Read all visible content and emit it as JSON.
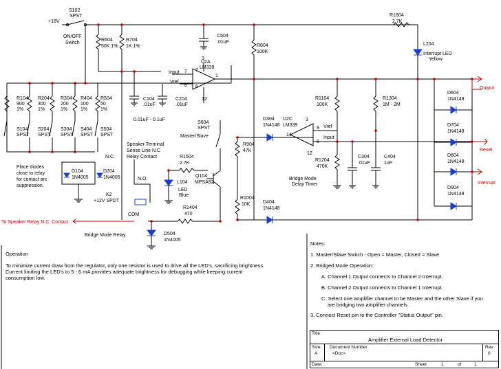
{
  "switch_main": {
    "ref": "S102",
    "type": "SPST",
    "name_l1": "ON/OFF",
    "name_l2": "Switch",
    "supply": "+18V"
  },
  "resistors": [
    {
      "ref": "R604",
      "val": "50K 1%"
    },
    {
      "ref": "R704",
      "val": "1K 1%"
    },
    {
      "ref": "R804",
      "val": "100K"
    },
    {
      "ref": "R1604",
      "val": "2.7K"
    },
    {
      "ref": "R1104",
      "val": "100K"
    },
    {
      "ref": "R1304",
      "val": "1M - 2M"
    },
    {
      "ref": "R904",
      "val": "47K"
    },
    {
      "ref": "R1204",
      "val": "470K"
    },
    {
      "ref": "R1004",
      "val": "10K"
    },
    {
      "ref": "R1504",
      "val": "2.7K"
    },
    {
      "ref": "R1404",
      "val": "470"
    }
  ],
  "resistor_bank": [
    {
      "ref": "R104",
      "val": "900",
      "tol": "1%",
      "sw": "S104"
    },
    {
      "ref": "R204",
      "val": "300",
      "tol": "1%",
      "sw": "S204"
    },
    {
      "ref": "R304",
      "val": "200",
      "tol": "1%",
      "sw": "S304"
    },
    {
      "ref": "R404",
      "val": "100",
      "tol": "1%",
      "sw": "S404"
    },
    {
      "ref": "R504",
      "val": "50",
      "tol": "1%",
      "sw": "S504"
    }
  ],
  "bank_sw_type": "SPST",
  "capacitors": [
    {
      "ref": "C504",
      "val": ".01uF"
    },
    {
      "ref": "C104",
      "val": ".01uF"
    },
    {
      "ref": "C204",
      "val": ".01uF"
    },
    {
      "ref": "C304",
      "val": ".01uF"
    },
    {
      "ref": "C404",
      "val": "1uF"
    }
  ],
  "cap_range": "0.01uF - 0.1uF",
  "opamps": [
    {
      "ref": "U2A",
      "part": "LM339",
      "in_label": "Input",
      "ref_label": "Vref",
      "pins": [
        "7",
        "6",
        "1",
        "3",
        "12"
      ]
    },
    {
      "ref": "U2C",
      "part": "LM339",
      "in_label": "Input",
      "ref_label": "Vref",
      "pins": [
        "9",
        "8",
        "14",
        "3",
        "12"
      ]
    }
  ],
  "led_int": {
    "ref": "L204",
    "label": "Interrupt LED",
    "color": "Yellow"
  },
  "led_blue": {
    "ref": "L104",
    "label": "LED",
    "color": "Blue"
  },
  "diodes": [
    {
      "ref": "D604",
      "part": "1N4148"
    },
    {
      "ref": "D704",
      "part": "1N4148"
    },
    {
      "ref": "D804",
      "part": "1N4148"
    },
    {
      "ref": "D904",
      "part": "1N4148"
    },
    {
      "ref": "D304",
      "part": "1N4148"
    },
    {
      "ref": "D404",
      "part": "1N4148"
    },
    {
      "ref": "D104",
      "part": "1N4005"
    },
    {
      "ref": "D204",
      "part": "1N4005"
    },
    {
      "ref": "D504",
      "part": "1N4005"
    }
  ],
  "ports": {
    "output": "Output",
    "reset": "Reset",
    "interrupt": "Interrupt",
    "relay_nc": "To Speaker Relay N.C. Contact"
  },
  "master_sw": {
    "ref": "S604",
    "type": "SPST",
    "name": "Master/Slave"
  },
  "transistor": {
    "ref": "Q104",
    "part": "MPSA92"
  },
  "relay": {
    "ref": "K2",
    "part": "+12V SPDT",
    "nc": "N.C.",
    "no": "N.O.",
    "com": "COM",
    "caption": "Bridge Mode Relay"
  },
  "speaker_terminal": [
    "Speaker Terminal",
    "Sense Line N.C",
    "Relay Contact"
  ],
  "diode_note": [
    "Place diodes",
    "close to relay",
    "for contact arc",
    "suppression."
  ],
  "bridge_timer": [
    "Bridge Mode",
    "Delay Timer"
  ],
  "operation": {
    "heading": "Operation",
    "lines": [
      "To minimize current draw from the regulator, only one resistor is used to drive all the LED's, sacrificing brightness.",
      "Current limiting the LED's to 5 - 6 mA provides adequate brightness for debugging while keeping current",
      "consumption low."
    ]
  },
  "notes": {
    "heading": "Notes:",
    "n1": "1. Master/Slave Switch - Open = Master, Closed = Slave",
    "n2": "2. Bridged Mode Operation:",
    "n2a": "A. Channel 1 Output connects to Channel 2 Interrupt.",
    "n2b": "B. Channel 2 Output connects to Channel 1 Interrupt.",
    "n2c1": "C. Select one amplifier channel to be Master and the other Slave if you",
    "n2c2": "are bridging two amplifier channels.",
    "n3": "3. Connect Reset pin to the Controller \"Status Output\" pin."
  },
  "title_block": {
    "title_label": "Title",
    "title": "Amplifier External Load Detector",
    "size_label": "Size",
    "size": "A",
    "docnum_label": "Document Number",
    "docnum": "<Doc>",
    "rev_label": "Rev",
    "rev": "0",
    "date_label": "Date:",
    "sheet_label": "Sheet",
    "sheet": "1",
    "of_label": "of",
    "of": "1"
  },
  "colors": {
    "wire": "#000000",
    "port": "#c00000",
    "component": "#1a3fd0"
  }
}
